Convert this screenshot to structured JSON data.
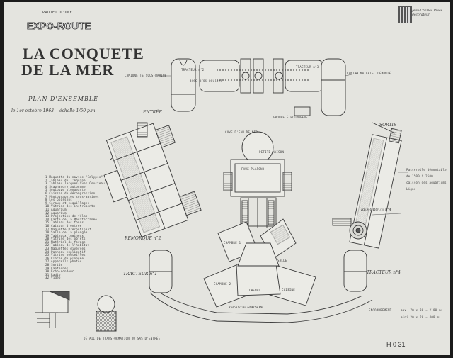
{
  "sheet": {
    "project_label": "PROJET D'UNE",
    "expo_title": "EXPO-ROUTE",
    "title_line1": "LA CONQUETE",
    "title_du": "DE",
    "title_line2": "DE LA MER",
    "plan_title": "PLAN D'ENSEMBLE",
    "date": "le 1er octobre 1963",
    "scale": "échelle 1/50 p.m.",
    "signature": "Jean-Charles Rivès décorateur",
    "sheet_number": "H   0 31"
  },
  "labels": {
    "tracteur_2": "TRACTEUR n°2",
    "tracteur_3": "TRACTEUR n°3",
    "tracteur_1": "TRACTEUR n°1",
    "tracteur_4": "TRACTEUR n°4",
    "remorque_2": "REMORQUE n°2",
    "remorque_4": "REMORQUE n°4",
    "entree": "ENTRÉE",
    "sortie": "SORTIE",
    "petite_maison": "PETITE MAISON",
    "grande_maison": "GRANDE MAISON",
    "chenal": "CHENAL",
    "chambre_1": "CHAMBRE 1",
    "chambre_2": "CHAMBRE 2",
    "cuisine": "CUISINE",
    "salle": "SALLE",
    "groupe_electrogene": "GROUPE ÉLECTROGÈNE",
    "camionette": "CAMIONETTE SOUS-MARINE",
    "camion": "CAMION MATÉRIEL DÉMONTÉ",
    "cuve_mer": "CUVE D'EAU DE MER",
    "detail": "DÉTAIL DE TRANSFORMATION DU SAS D'ENTRÉE",
    "encombrement_label": "ENCOMBREMENT",
    "encombrement_1": "max. 70 x 30 = 2100 m²",
    "encombrement_2": "mini 20 x 20 = 400 m²",
    "faux_plafond": "FAUX PLAFOND",
    "sans_groupe": "avec gros poulies"
  },
  "legend_items": [
    "1 Maquette du navire \"Calypso\"",
    "2 Tableau de l'équipe",
    "3 Tableau Jacques-Yves Cousteau",
    "4 Scaphandre autonome",
    "5 Soucoupe plongeante",
    "6 Caisson de décompression",
    "7 Photographies sous-marines",
    "8 Les poissons",
    "9 Coraux et coquillages",
    "10 Vitrine des instruments",
    "11 Aquarium",
    "12 Aquarium",
    "13 Projection de films",
    "14 Carte de la Méditerranée",
    "15 Tableau des fonds",
    "16 Caisson d'entrée",
    "17 Maquette Précontinent",
    "18 Salle de la plongée",
    "19 Tableaux lumineux",
    "20 Vitrine des objets",
    "21 Matériel de forage",
    "22 Tableau de l'habitat",
    "23 Maquettes diverses",
    "24 Panneau explicatif",
    "25 Vitrine bouteilles",
    "26 Cloche de plongée",
    "27 Appareils photos",
    "28 Sortie",
    "29 Lanternes",
    "30 Echo-sondeur",
    "31 Radio",
    "32 Vidéo"
  ],
  "right_notes": [
    "Passerelle démontable",
    "de 1500 à 2500",
    "caisson des aquariums",
    "Ligne"
  ]
}
